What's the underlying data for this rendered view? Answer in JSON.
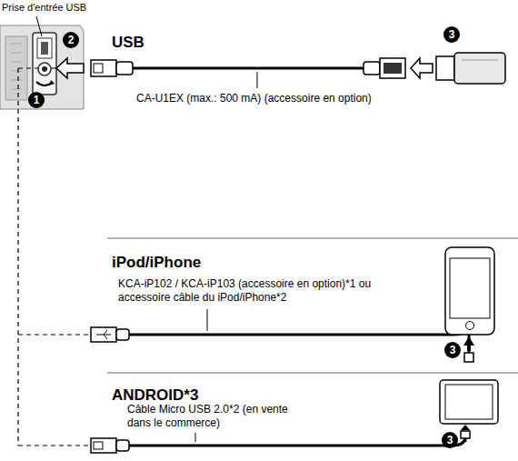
{
  "diagram": {
    "labels": [
      "Prise d'entrée USB",
      "1",
      "2",
      "USB",
      "3",
      "CA-U1EX (max.: 500 mA) (accessoire en option)",
      "iPod/iPhone",
      "KCA-iP102 / KCA-iP103 (accessoire en option)*1 ou accessoire câble du iPod/iPhone*2",
      "3",
      "ANDROID*3",
      "Câble Micro USB 2.0*2 (en vente dans le commerce)",
      "3"
    ]
  }
}
